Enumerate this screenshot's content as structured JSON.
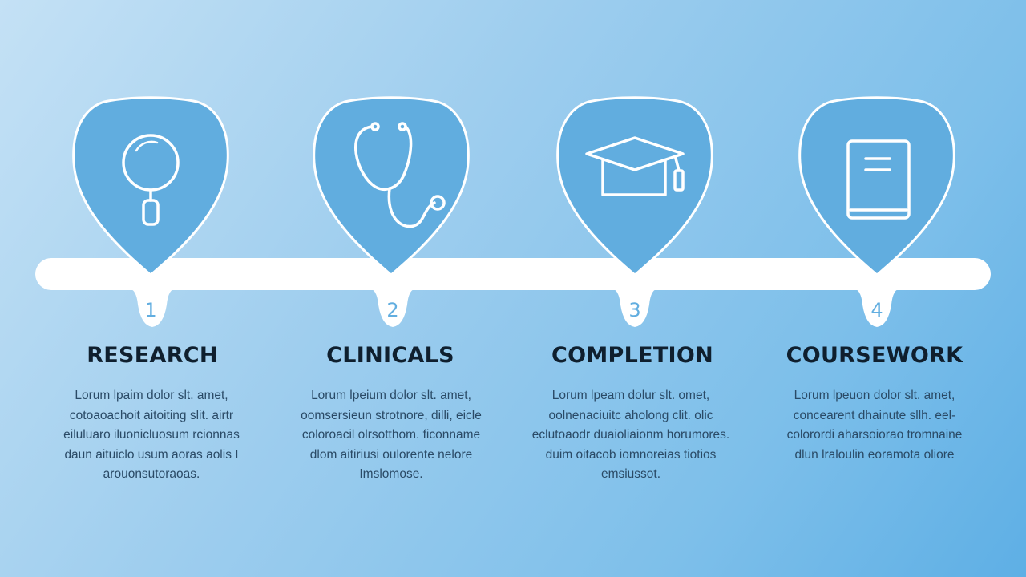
{
  "colors": {
    "pin_fill": "#61addf",
    "pin_stroke": "#ffffff",
    "icon_stroke": "#ffffff",
    "bar": "#ffffff",
    "number": "#62aee0",
    "title": "#0f1f2e",
    "body": "#2a4a66"
  },
  "steps": [
    {
      "number": "1",
      "title": "RESEARCH",
      "icon": "magnifying-glass-icon",
      "description": "Lorum lpaim dolor slt. amet, cotoaoachoit aitoiting slit. airtr eiluluaro iluonicluosum rcionnas daun aituiclo usum aoras aolis I arouonsutoraoas."
    },
    {
      "number": "2",
      "title": "CLINICALS",
      "icon": "stethoscope-icon",
      "description": "Lorum lpeium dolor slt. amet, oomsersieun strotnore, dilli, eicle coloroacil olrsotthom. ficonname dlom aitiriusi oulorente nelore Imslomose."
    },
    {
      "number": "3",
      "title": "COMPLETION",
      "icon": "graduation-cap-icon",
      "description": "Lorum lpeam dolur slt. omet, oolnenaciuitc aholong clit. olic eclutoaodr duaioliaionm horumores. duim oitacob iomnoreias tiotios emsiussot."
    },
    {
      "number": "4",
      "title": "COURSEWORK",
      "icon": "book-icon",
      "description": "Lorum lpeuon dolor slt. amet, concearent dhainute sllh. eel- colorordi aharsoiorao tromnaine dlun lraloulin eoramota oliore"
    }
  ]
}
